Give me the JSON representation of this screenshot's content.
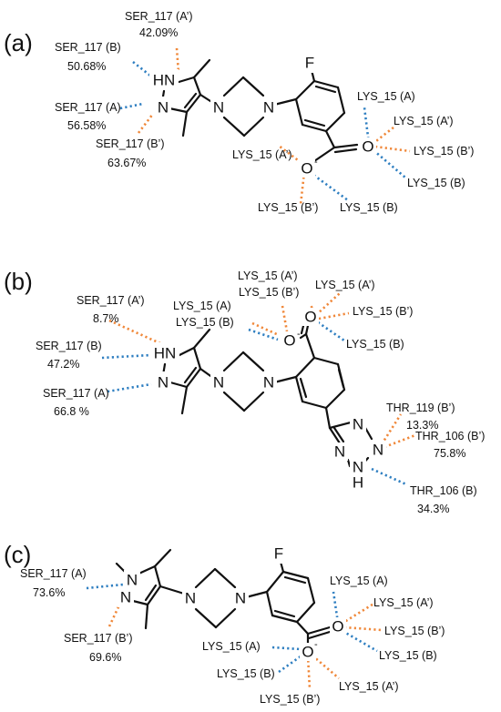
{
  "colors": {
    "orange": "#f0883a",
    "blue": "#2f7fc1",
    "ink": "#111111"
  },
  "panels": {
    "a": {
      "label": "(a)",
      "labels": [
        "SER_117 (A’)",
        "42.09%",
        "SER_117 (B)",
        "50.68%",
        "SER_117 (A)",
        "56.58%",
        "SER_117 (B’)",
        "63.67%",
        "LYS_15 (A)",
        "LYS_15 (A’)",
        "LYS_15 (B’)",
        "LYS_15 (B)",
        "LYS_15 (A’)",
        "LYS_15 (B’)",
        "LYS_15 (B)"
      ]
    },
    "b": {
      "label": "(b)",
      "labels": [
        "SER_117 (A’)",
        "8.7%",
        "SER_117 (B)",
        "47.2%",
        "SER_117 (A)",
        "66.8 %",
        "LYS_15 (A’)",
        "LYS_15 (B’)",
        "LYS_15 (A)",
        "LYS_15 (B)",
        "LYS_15 (A’)",
        "LYS_15 (B’)",
        "LYS_15 (B)",
        "THR_119 (B’)",
        "13.3%",
        "THR_106 (B’)",
        "75.8%",
        "THR_106 (B)",
        "34.3%"
      ]
    },
    "c": {
      "label": "(c)",
      "labels": [
        "SER_117 (A)",
        "73.6%",
        "SER_117 (B’)",
        "69.6%",
        "LYS_15 (A)",
        "LYS_15 (A’)",
        "LYS_15 (B’)",
        "LYS_15 (B)",
        "LYS_15 (A)",
        "LYS_15 (B)",
        "LYS_15 (B’)",
        "LYS_15 (A’)"
      ]
    }
  },
  "atoms": {
    "F": "F",
    "N": "N",
    "NH": "NH",
    "HN": "HN",
    "H": "H",
    "O": "O",
    "minus": "-"
  }
}
